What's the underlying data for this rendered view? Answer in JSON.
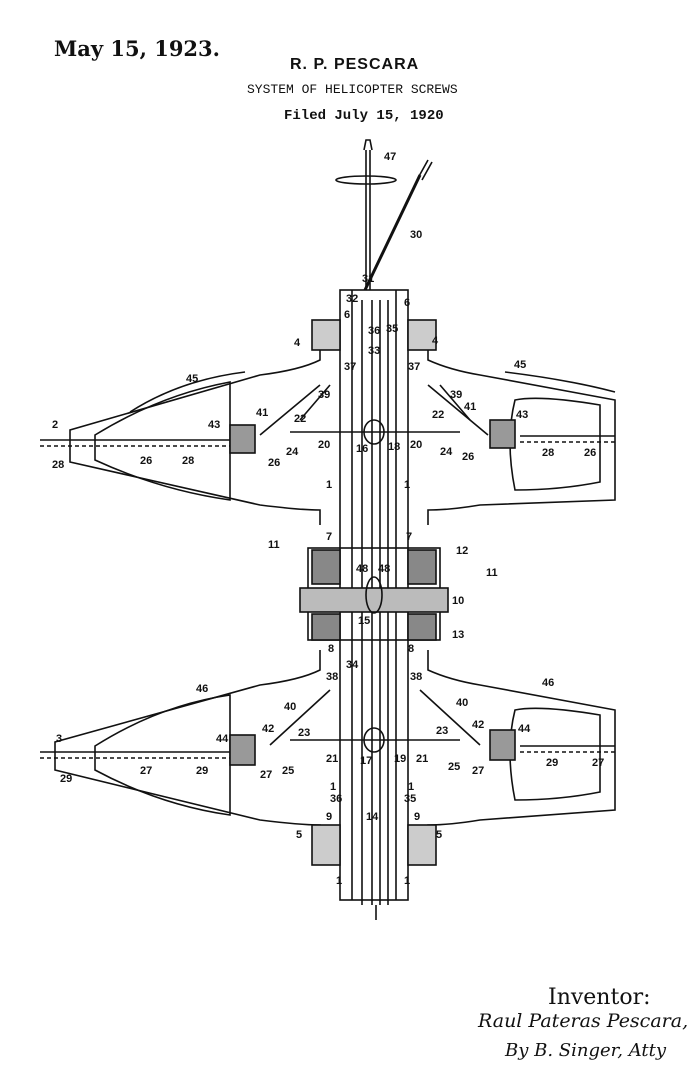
{
  "header": {
    "date": "May 15, 1923.",
    "inventor_name": "R. P. PESCARA",
    "title": "SYSTEM OF HELICOPTER SCREWS",
    "filed": "Filed July 15, 1920"
  },
  "drawing": {
    "reference_numerals": [
      "47",
      "30",
      "31",
      "32",
      "6",
      "6",
      "36",
      "35",
      "4",
      "4",
      "33",
      "37",
      "37",
      "45",
      "45",
      "39",
      "39",
      "41",
      "41",
      "43",
      "43",
      "22",
      "22",
      "2",
      "20",
      "16",
      "18",
      "20",
      "24",
      "24",
      "26",
      "26",
      "26",
      "28",
      "28",
      "26",
      "28",
      "1",
      "1",
      "7",
      "7",
      "12",
      "11",
      "11",
      "48",
      "48",
      "10",
      "15",
      "13",
      "8",
      "8",
      "34",
      "38",
      "38",
      "46",
      "46",
      "40",
      "40",
      "42",
      "42",
      "44",
      "44",
      "3",
      "23",
      "23",
      "21",
      "17",
      "19",
      "21",
      "27",
      "25",
      "25",
      "27",
      "27",
      "29",
      "29",
      "27",
      "29",
      "1",
      "1",
      "36",
      "35",
      "14",
      "9",
      "9",
      "5",
      "5",
      "1",
      "1"
    ]
  },
  "signature": {
    "label": "Inventor:",
    "name": "Raul Pateras Pescara,",
    "attorney": "By B. Singer, Atty"
  }
}
